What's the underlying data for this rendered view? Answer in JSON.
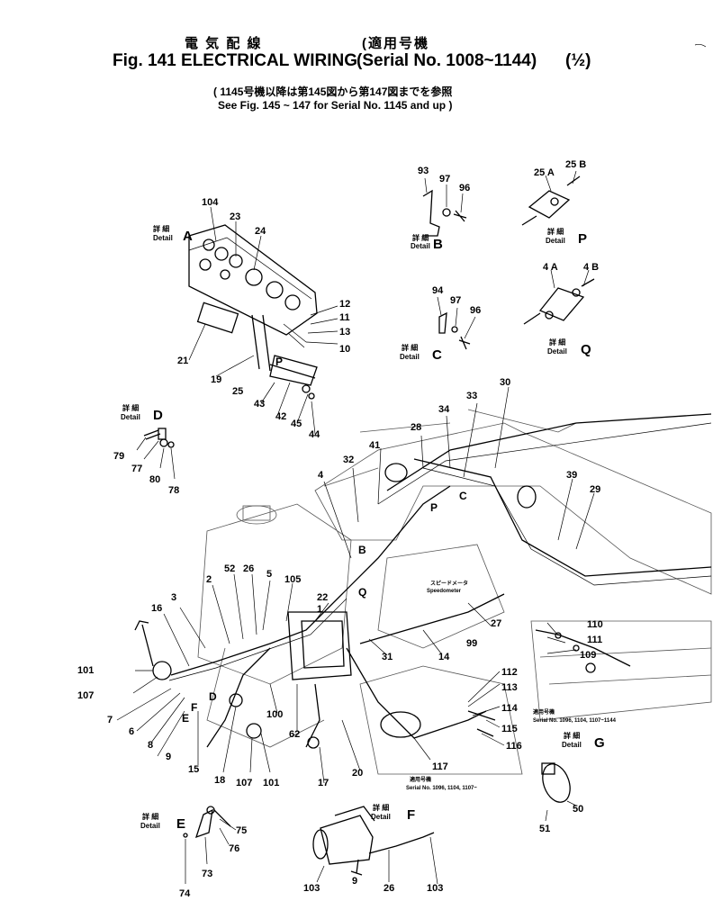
{
  "title": {
    "jp": "電 気 配 線",
    "fig": "Fig. 141 ELECTRICAL WIRING",
    "serial_jp": "(適用号機",
    "serial": "(Serial No. 1008~1144)",
    "page": "(½)"
  },
  "subtitle": {
    "jp": "( 1145号機以降は第145図から第147図までを参照",
    "en": "See Fig. 145 ~ 147 for Serial No. 1145 and up )"
  },
  "details": {
    "A": {
      "jp": "詳 細",
      "en": "Detail",
      "letter": "A"
    },
    "B": {
      "jp": "詳 細",
      "en": "Detail",
      "letter": "B"
    },
    "C": {
      "jp": "詳 細",
      "en": "Detail",
      "letter": "C"
    },
    "D": {
      "jp": "詳 細",
      "en": "Detail",
      "letter": "D"
    },
    "E": {
      "jp": "詳 細",
      "en": "Detail",
      "letter": "E"
    },
    "F": {
      "jp": "詳 細",
      "en": "Detail",
      "letter": "F"
    },
    "G": {
      "jp": "詳 細",
      "en": "Detail",
      "letter": "G"
    },
    "P": {
      "jp": "詳 細",
      "en": "Detail",
      "letter": "P"
    },
    "Q": {
      "jp": "詳 細",
      "en": "Detail",
      "letter": "Q"
    }
  },
  "notes": {
    "speedometer_jp": "スピードメータ",
    "speedometer": "Speedometer",
    "applic_jp": "適用号機",
    "serial_right": "Serial No. 1096, 1104, 1107~1144",
    "serial_bottom": "Serial No. 1096, 1104, 1107~"
  },
  "part_numbers": {
    "p104": "104",
    "p23": "23",
    "p24": "24",
    "p12": "12",
    "p11": "11",
    "p13": "13",
    "p10": "10",
    "p21": "21",
    "p19": "19",
    "p25": "25",
    "p43": "43",
    "p42": "42",
    "p45": "45",
    "p44": "44",
    "p93": "93",
    "p97a": "97",
    "p96a": "96",
    "p25a": "25 A",
    "p25b": "25 B",
    "p94": "94",
    "p97b": "97",
    "p96b": "96",
    "p4a": "4 A",
    "p4b": "4 B",
    "p79": "79",
    "p77": "77",
    "p80": "80",
    "p78": "78",
    "p30": "30",
    "p33": "33",
    "p34": "34",
    "p28": "28",
    "p41": "41",
    "p32": "32",
    "p4": "4",
    "p39": "39",
    "p29": "29",
    "p2": "2",
    "p52": "52",
    "p26a": "26",
    "p5": "5",
    "p105": "105",
    "p3": "3",
    "p16": "16",
    "p22": "22",
    "p1": "1",
    "p27": "27",
    "p99": "99",
    "p110": "110",
    "p111": "111",
    "p109": "109",
    "p14": "14",
    "p31": "31",
    "p101a": "101",
    "p107a": "107",
    "p7": "7",
    "p6": "6",
    "p8": "8",
    "p9": "9",
    "p15": "15",
    "p18": "18",
    "p107b": "107",
    "p101b": "101",
    "p100": "100",
    "p62": "62",
    "p17": "17",
    "p20": "20",
    "p112": "112",
    "p113": "113",
    "p114": "114",
    "p115": "115",
    "p116": "116",
    "p117": "117",
    "p50": "50",
    "p51": "51",
    "p75": "75",
    "p76": "76",
    "p73": "73",
    "p74": "74",
    "p103a": "103",
    "p26b": "26",
    "p103b": "103",
    "p9b": "9"
  },
  "view_letters": {
    "B": "B",
    "Q": "Q",
    "P": "P",
    "C": "C",
    "D": "D",
    "E": "E",
    "F": "F",
    "P2": "P"
  }
}
